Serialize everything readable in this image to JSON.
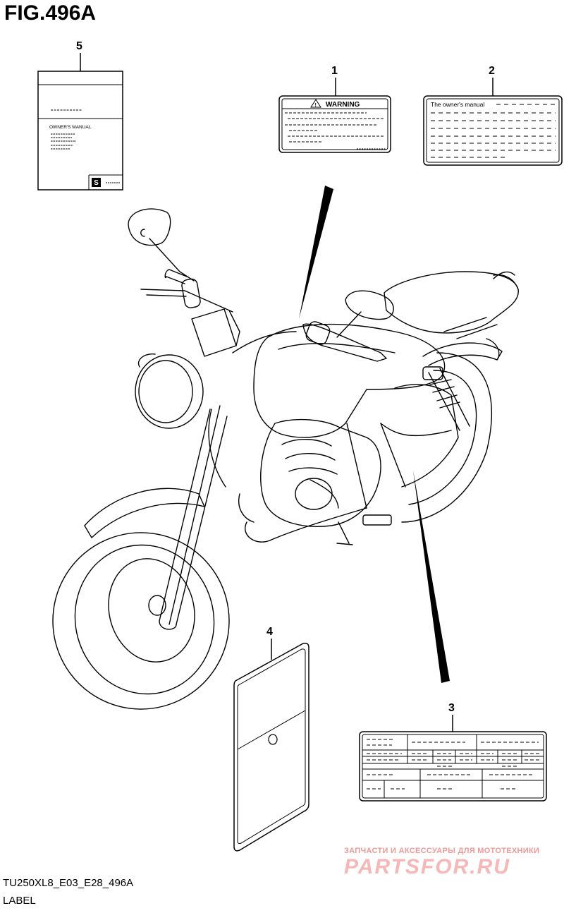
{
  "figure": {
    "title": "FIG.496A",
    "model_code": "TU250XL8_E03_E28_496A",
    "section": "LABEL"
  },
  "callouts": [
    "1",
    "2",
    "3",
    "4",
    "5"
  ],
  "labels": {
    "warning_title": "WARNING",
    "owners_manual_line": "The owner's manual",
    "manual_cover_title": "OWNER'S MANUAL"
  },
  "watermark": {
    "caption": "ЗАПЧАСТИ И АКСЕССУАРЫ ДЛЯ МОТОТЕХНИКИ",
    "logo": "PARTSFOR.RU"
  }
}
